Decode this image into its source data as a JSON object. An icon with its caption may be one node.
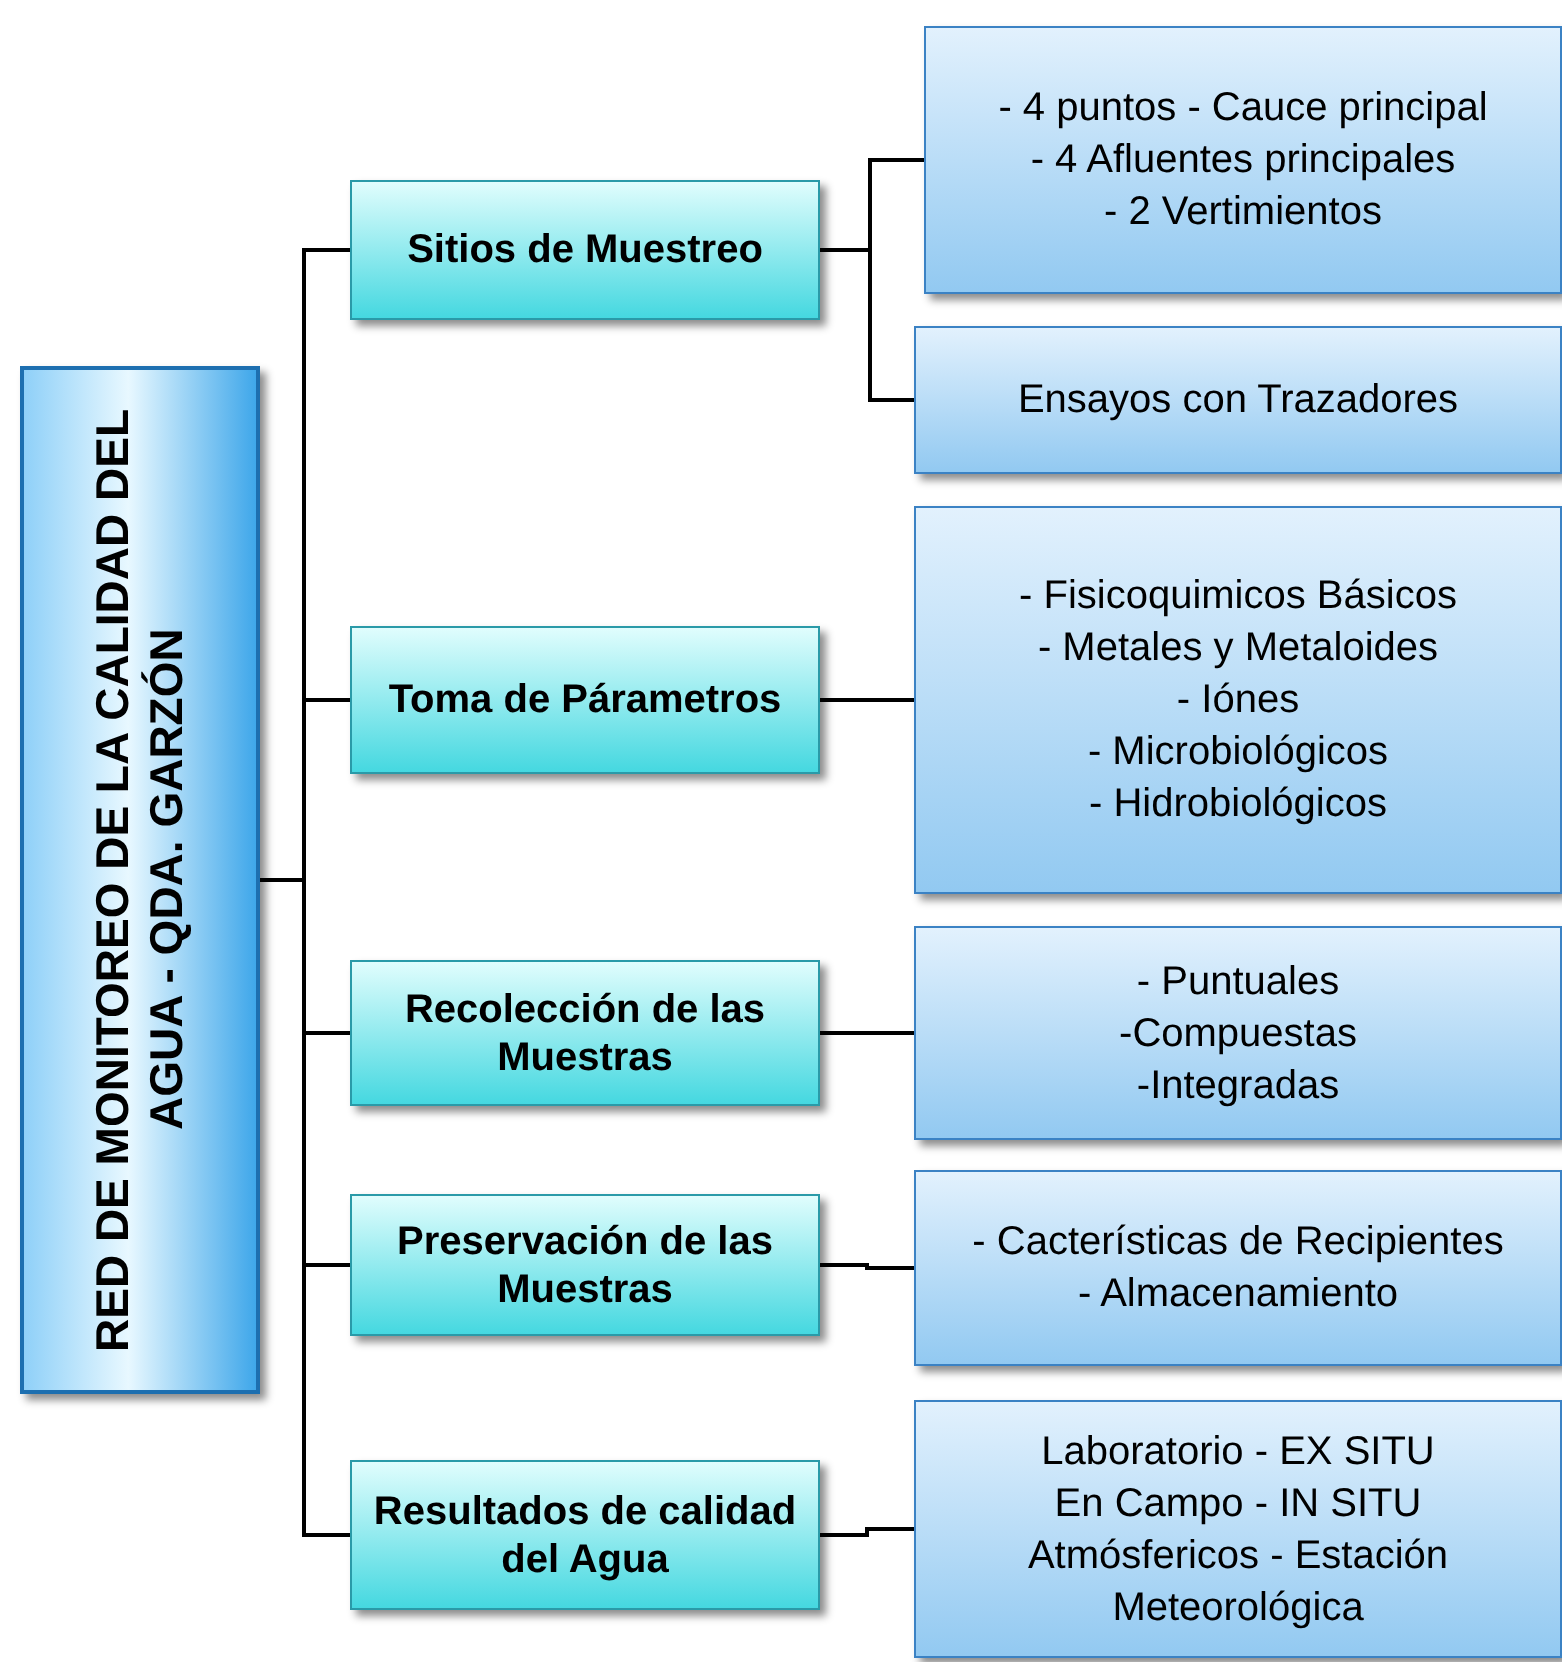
{
  "diagram": {
    "nodes": [
      {
        "text": [
          "RED DE MONITOREO DE LA CALIDAD DEL AGUA - QDA. GARZÓN"
        ]
      },
      {
        "text": [
          "Sitios de Muestreo"
        ]
      },
      {
        "text": [
          "- 4 puntos - Cauce principal",
          "- 4 Afluentes principales",
          "- 2 Vertimientos"
        ]
      },
      {
        "text": [
          "Ensayos con Trazadores"
        ]
      },
      {
        "text": [
          "Toma de Párametros"
        ]
      },
      {
        "text": [
          "- Fisicoquimicos Básicos",
          "- Metales y Metaloides",
          "- Iónes",
          "- Microbiológicos",
          "- Hidrobiológicos"
        ]
      },
      {
        "text": [
          "Recolección de las Muestras"
        ]
      },
      {
        "text": [
          "- Puntuales",
          "-Compuestas",
          "-Integradas"
        ]
      },
      {
        "text": [
          "Preservación de las Muestras"
        ]
      },
      {
        "text": [
          "- Cacterísticas de Recipientes",
          "- Almacenamiento"
        ]
      },
      {
        "text": [
          "Resultados de calidad del Agua"
        ]
      },
      {
        "text": [
          "Laboratorio - EX SITU",
          "En Campo - IN SITU",
          "Atmósfericos - Estación Meteorológica"
        ]
      }
    ],
    "edges": [
      {
        "from": 0,
        "to": 1,
        "arrow": "none"
      },
      {
        "from": 0,
        "to": 4,
        "arrow": "none"
      },
      {
        "from": 0,
        "to": 6,
        "arrow": "none"
      },
      {
        "from": 0,
        "to": 8,
        "arrow": "none"
      },
      {
        "from": 0,
        "to": 10,
        "arrow": "none"
      },
      {
        "from": 1,
        "to": 2,
        "arrow": "none"
      },
      {
        "from": 1,
        "to": 3,
        "arrow": "none"
      },
      {
        "from": 4,
        "to": 5,
        "arrow": "none"
      },
      {
        "from": 6,
        "to": 7,
        "arrow": "none"
      },
      {
        "from": 8,
        "to": 9,
        "arrow": "none"
      },
      {
        "from": 10,
        "to": 11,
        "arrow": "none"
      }
    ]
  }
}
